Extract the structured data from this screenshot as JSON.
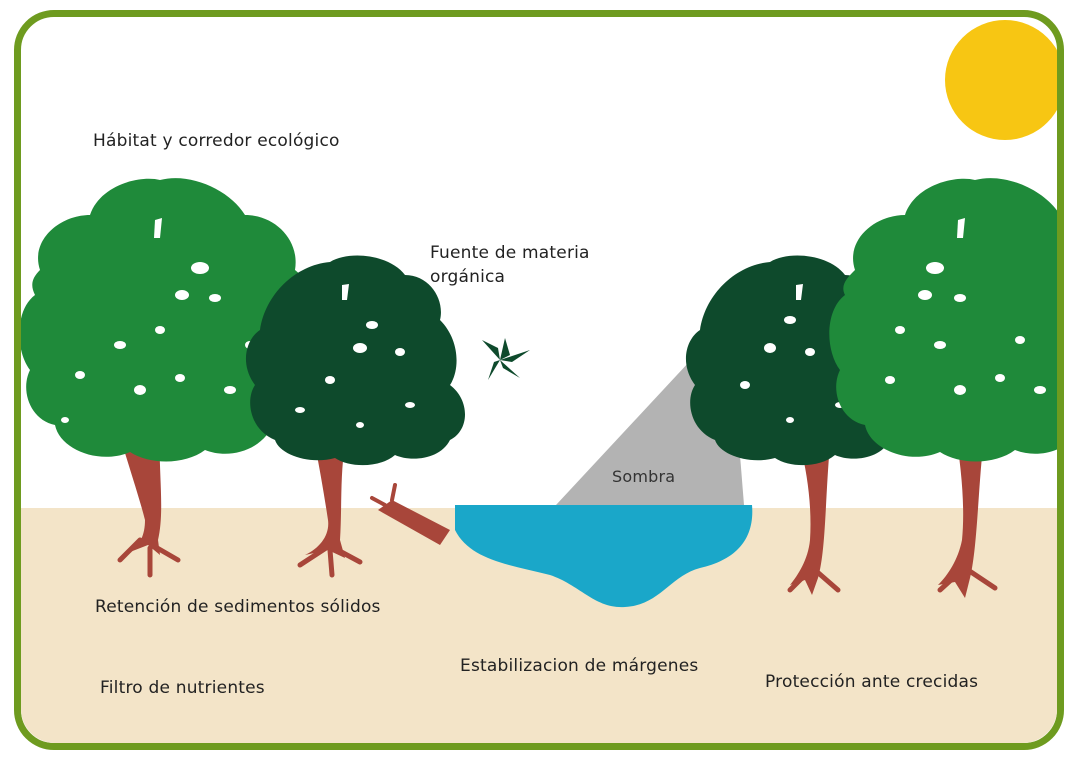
{
  "diagram": {
    "labels": {
      "habitat": "Hábitat y corredor ecológico",
      "organic_line1": "Fuente de materia",
      "organic_line2": "orgánica",
      "shade": "Sombra",
      "sediments": "Retención de sedimentos sólidos",
      "nutrients": "Filtro de nutrientes",
      "banks": "Estabilizacion de márgenes",
      "floods": "Protección ante crecidas"
    },
    "colors": {
      "frame": "#6e9b1f",
      "sun": "#f7c613",
      "ground": "#f3e4c8",
      "water": "#1aa7c9",
      "shade": "#b3b3b3",
      "tree_light": "#1f8a3a",
      "tree_dark": "#0e4a2c",
      "trunk": "#a8463a"
    },
    "icons": [
      "sun-icon",
      "tree-icon",
      "leaf-icon",
      "fallen-branch-icon",
      "stream-icon"
    ]
  }
}
